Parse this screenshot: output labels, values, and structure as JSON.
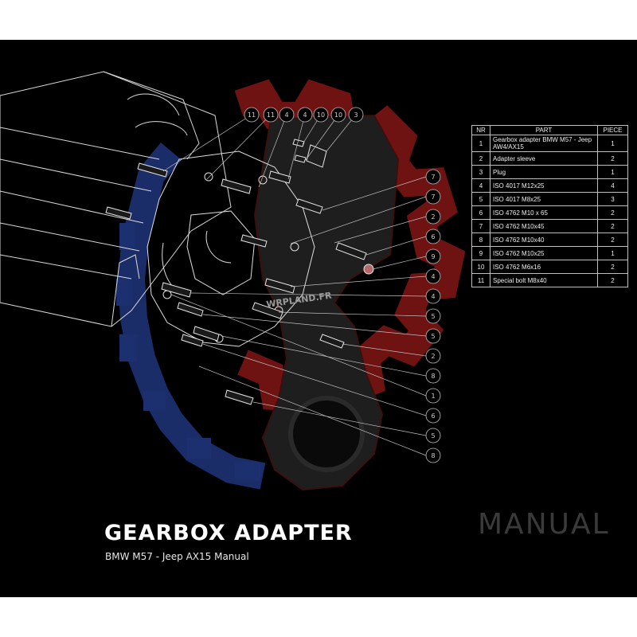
{
  "title": "GEARBOX ADAPTER",
  "subtitle": "BMW M57 - Jeep AX15 Manual",
  "watermark": "MANUAL",
  "brand": "WRPLAND.FR",
  "colors": {
    "background": "#000000",
    "accent_red": "#8b1a1a",
    "accent_blue": "#1c2f6e",
    "line": "#d9d9d9"
  },
  "table": {
    "headers": [
      "NR",
      "PART",
      "PIECE"
    ],
    "rows": [
      {
        "nr": "1",
        "part": "Gearbox adapter BMW M57 - Jeep AW4/AX15",
        "piece": "1"
      },
      {
        "nr": "2",
        "part": "Adapter sleeve",
        "piece": "2"
      },
      {
        "nr": "3",
        "part": "Plug",
        "piece": "1"
      },
      {
        "nr": "4",
        "part": "ISO 4017 M12x25",
        "piece": "4"
      },
      {
        "nr": "5",
        "part": "ISO 4017 M8x25",
        "piece": "3"
      },
      {
        "nr": "6",
        "part": "ISO 4762 M10 x 65",
        "piece": "2"
      },
      {
        "nr": "7",
        "part": "ISO 4762 M10x45",
        "piece": "2"
      },
      {
        "nr": "8",
        "part": "ISO 4762 M10x40",
        "piece": "2"
      },
      {
        "nr": "9",
        "part": "ISO 4762 M10x25",
        "piece": "1"
      },
      {
        "nr": "10",
        "part": "ISO 4762 M6x16",
        "piece": "2"
      },
      {
        "nr": "11",
        "part": "Special bolt M8x40",
        "piece": "2"
      }
    ]
  },
  "callouts_top": [
    "11",
    "11",
    "4",
    "4",
    "10",
    "10",
    "3"
  ],
  "callouts_right": [
    "7",
    "7",
    "2",
    "6",
    "9",
    "4",
    "4",
    "5",
    "5",
    "2",
    "8",
    "1",
    "6",
    "5",
    "8"
  ]
}
